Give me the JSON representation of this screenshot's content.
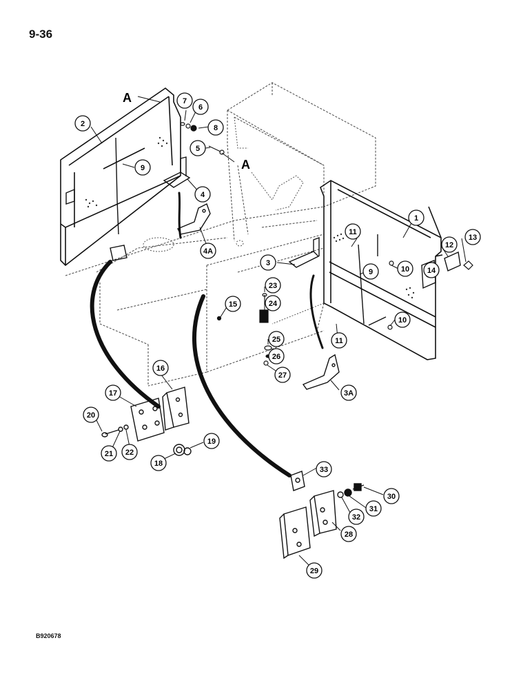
{
  "page": {
    "number": "9-36",
    "reference_code": "B920678",
    "view_marker": "A"
  },
  "callouts": [
    {
      "id": "c1",
      "label": "1"
    },
    {
      "id": "c2",
      "label": "2"
    },
    {
      "id": "c3",
      "label": "3"
    },
    {
      "id": "c3a",
      "label": "3A"
    },
    {
      "id": "c4",
      "label": "4"
    },
    {
      "id": "c4a",
      "label": "4A"
    },
    {
      "id": "c5",
      "label": "5"
    },
    {
      "id": "c6",
      "label": "6"
    },
    {
      "id": "c7",
      "label": "7"
    },
    {
      "id": "c8",
      "label": "8"
    },
    {
      "id": "c9a",
      "label": "9"
    },
    {
      "id": "c9b",
      "label": "9"
    },
    {
      "id": "c10a",
      "label": "10"
    },
    {
      "id": "c10b",
      "label": "10"
    },
    {
      "id": "c11a",
      "label": "11"
    },
    {
      "id": "c11b",
      "label": "11"
    },
    {
      "id": "c12",
      "label": "12"
    },
    {
      "id": "c13",
      "label": "13"
    },
    {
      "id": "c14",
      "label": "14"
    },
    {
      "id": "c15",
      "label": "15"
    },
    {
      "id": "c16",
      "label": "16"
    },
    {
      "id": "c17",
      "label": "17"
    },
    {
      "id": "c18",
      "label": "18"
    },
    {
      "id": "c19",
      "label": "19"
    },
    {
      "id": "c20",
      "label": "20"
    },
    {
      "id": "c21",
      "label": "21"
    },
    {
      "id": "c22",
      "label": "22"
    },
    {
      "id": "c23",
      "label": "23"
    },
    {
      "id": "c24",
      "label": "24"
    },
    {
      "id": "c25",
      "label": "25"
    },
    {
      "id": "c26",
      "label": "26"
    },
    {
      "id": "c27",
      "label": "27"
    },
    {
      "id": "c28",
      "label": "28"
    },
    {
      "id": "c29",
      "label": "29"
    },
    {
      "id": "c30",
      "label": "30"
    },
    {
      "id": "c31",
      "label": "31"
    },
    {
      "id": "c32",
      "label": "32"
    },
    {
      "id": "c33",
      "label": "33"
    }
  ]
}
